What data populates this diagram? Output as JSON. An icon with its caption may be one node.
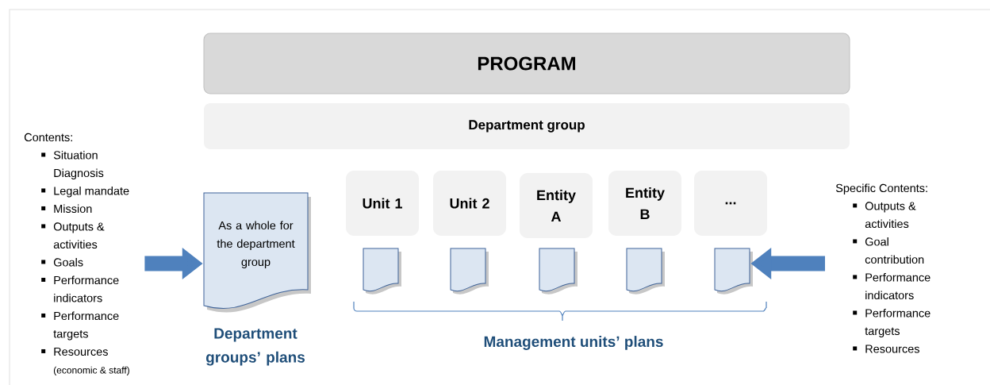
{
  "diagram": {
    "nodes": [
      {
        "text": [
          "PROGRAM"
        ]
      },
      {
        "text": [
          "Department group"
        ]
      },
      {
        "text": [
          "Contents:",
          "Situation Diagnosis",
          "Legal mandate",
          "Mission",
          "Outputs & activities",
          "Goals",
          "Performance indicators",
          "Performance targets",
          "Resources",
          "(economic & staff)"
        ]
      },
      {
        "text": [
          "As a whole for the department group"
        ],
        "beside": [
          "Department groups’ plans"
        ]
      },
      {
        "text": [
          "Unit 1"
        ]
      },
      {
        "text": [
          "Unit 2"
        ]
      },
      {
        "text": [
          "Entity A"
        ]
      },
      {
        "text": [
          "Entity B"
        ]
      },
      {
        "text": [
          "..."
        ]
      },
      {
        "text": [],
        "shape": "document"
      },
      {
        "text": [],
        "shape": "document"
      },
      {
        "text": [],
        "shape": "document"
      },
      {
        "text": [],
        "shape": "document"
      },
      {
        "text": [],
        "shape": "document"
      },
      {
        "text": [
          "Specific Contents:",
          "Outputs & activities",
          "Goal contribution",
          "Performance indicators",
          "Performance targets",
          "Resources"
        ]
      }
    ],
    "edges": [
      {
        "from": 2,
        "to": 3,
        "arrow": "to"
      },
      {
        "from": 14,
        "to": 13,
        "arrow": "to"
      }
    ],
    "labels": [
      "Management units’ plans"
    ]
  }
}
